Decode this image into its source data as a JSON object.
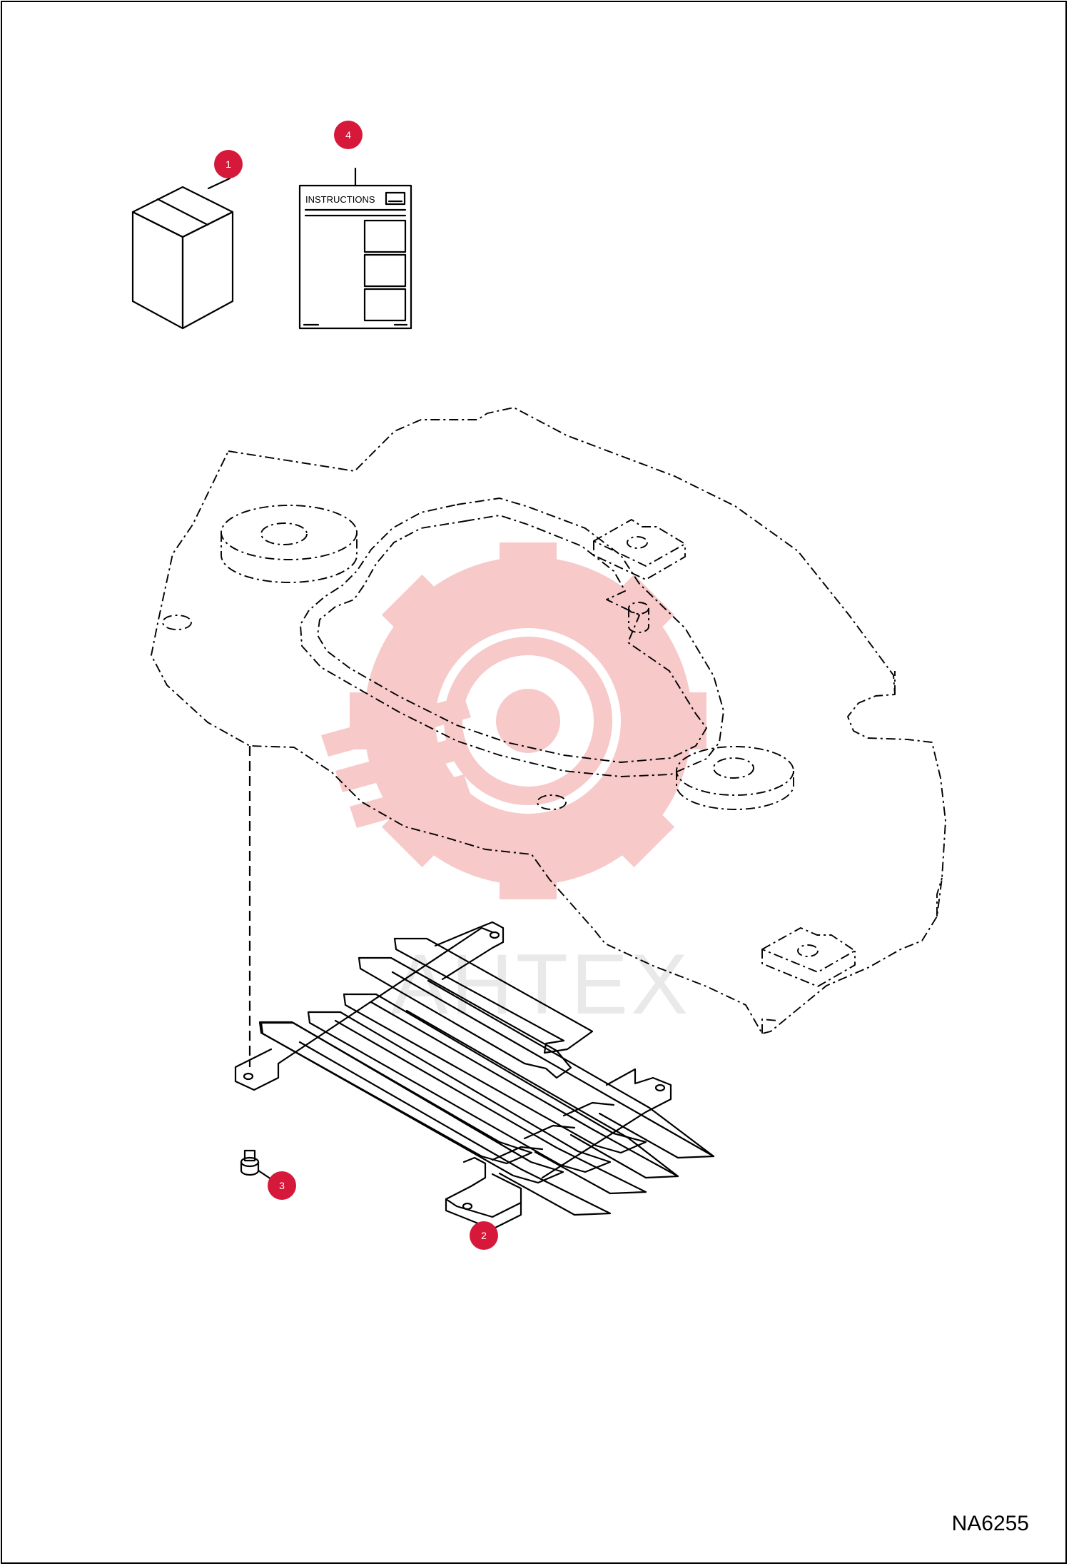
{
  "figure_code": "NA6255",
  "watermark_text": "AHTEX",
  "instructions_label": "INSTRUCTIONS",
  "callouts": [
    {
      "number": "1"
    },
    {
      "number": "2"
    },
    {
      "number": "3"
    },
    {
      "number": "4"
    }
  ],
  "colors": {
    "callout": "#d6183a",
    "watermark": "#f7c9c9",
    "line": "#000000"
  }
}
